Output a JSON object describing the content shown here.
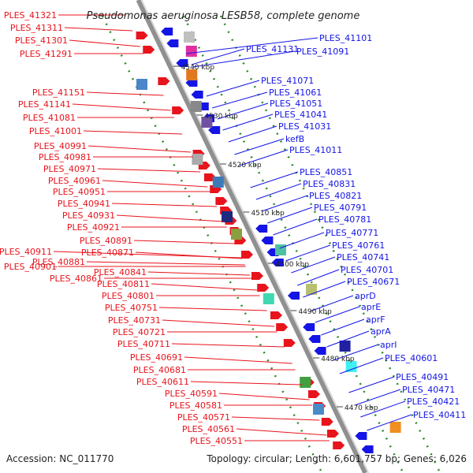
{
  "title": "Pseudomonas aeruginosa LESB58, complete genome",
  "footer": {
    "accession": "Accession: NC_011770",
    "topology": "Topology: circular; Length: 6,601,757 bp; Genes: 6,026"
  },
  "colors": {
    "forward": "#e8141c",
    "reverse": "#1414e6",
    "backbone": "#909090",
    "ticks": "#2a8a2a"
  },
  "kbp_ticks": [
    "4540 kbp",
    "4530 kbp",
    "4520 kbp",
    "4510 kbp",
    "4500 kbp",
    "4490 kbp",
    "4480 kbp",
    "4470 kbp"
  ],
  "left_labels": [
    "PLES_41321",
    "PLES_41311",
    "PLES_41301",
    "PLES_41291",
    "PLES_41151",
    "PLES_41141",
    "PLES_41081",
    "PLES_41001",
    "PLES_40991",
    "PLES_40981",
    "PLES_40971",
    "PLES_40961",
    "PLES_40951",
    "PLES_40941",
    "PLES_40931",
    "PLES_40921",
    "PLES_40891",
    "PLES_40911",
    "PLES_40901",
    "PLES_40881",
    "PLES_40871",
    "PLES_40861",
    "PLES_40841",
    "PLES_40811",
    "PLES_40801",
    "PLES_40751",
    "PLES_40731",
    "PLES_40721",
    "PLES_40711",
    "PLES_40691",
    "PLES_40681",
    "PLES_40611",
    "PLES_40591",
    "PLES_40581",
    "PLES_40571",
    "PLES_40561",
    "PLES_40551"
  ],
  "right_labels": [
    "PLES_41101",
    "PLES_41131",
    "PLES_41091",
    "PLES_41071",
    "PLES_41061",
    "PLES_41051",
    "PLES_41041",
    "PLES_41031",
    "kefB",
    "PLES_41011",
    "PLES_40851",
    "PLES_40831",
    "PLES_40821",
    "PLES_40791",
    "PLES_40781",
    "PLES_40771",
    "PLES_40761",
    "PLES_40741",
    "PLES_40701",
    "PLES_40671",
    "aprD",
    "aprE",
    "aprF",
    "aprA",
    "aprI",
    "PLES_40601",
    "PLES_40491",
    "PLES_40471",
    "PLES_40421",
    "PLES_40411"
  ]
}
